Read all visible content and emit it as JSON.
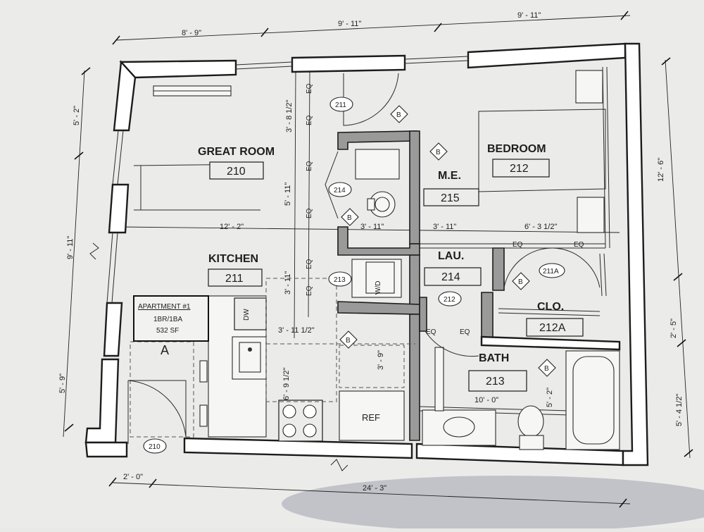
{
  "rooms": {
    "great_room": {
      "name": "GREAT ROOM",
      "number": "210"
    },
    "kitchen": {
      "name": "KITCHEN",
      "number": "211"
    },
    "bedroom": {
      "name": "BEDROOM",
      "number": "212"
    },
    "me": {
      "name": "M.E.",
      "number": "215"
    },
    "laundry": {
      "name": "LAU.",
      "number": "214"
    },
    "closet": {
      "name": "CLO.",
      "number": "212A"
    },
    "bath": {
      "name": "BATH",
      "number": "213"
    }
  },
  "apartment": {
    "title": "APARTMENT #1",
    "type": "1BR/1BA",
    "area": "532 SF",
    "marker": "A"
  },
  "door_tags": [
    "211",
    "214",
    "213",
    "212",
    "211A",
    "210"
  ],
  "markers": {
    "b": "B"
  },
  "equipment": {
    "dw": "DW",
    "wd": "W/D",
    "ref": "REF"
  },
  "eq_label": "EQ",
  "dimensions": {
    "top_1": "8' - 9\"",
    "top_2": "9' - 11\"",
    "top_3": "9' - 11\"",
    "left_1": "5' - 2\"",
    "left_2": "9' - 11\"",
    "left_3": "5' - 9\"",
    "right_1": "12' - 6\"",
    "right_2": "2' - 5\"",
    "right_3": "5' - 4 1/2\"",
    "bottom_1": "2' - 0\"",
    "bottom_2": "24' - 3\"",
    "d_8half": "3' - 8 1/2\"",
    "d_511": "5' - 11\"",
    "d_122": "12' - 2\"",
    "d_311a": "3' - 11\"",
    "d_311b": "3' - 11\"",
    "d_631": "6' - 3 1/2\"",
    "d_311c": "3' - 11\"",
    "d_3111": "3' - 11 1/2\"",
    "d_69": "6' - 9 1/2\"",
    "d_39": "3' - 9\"",
    "d_100": "10' - 0\"",
    "d_52": "5' - 2\""
  }
}
